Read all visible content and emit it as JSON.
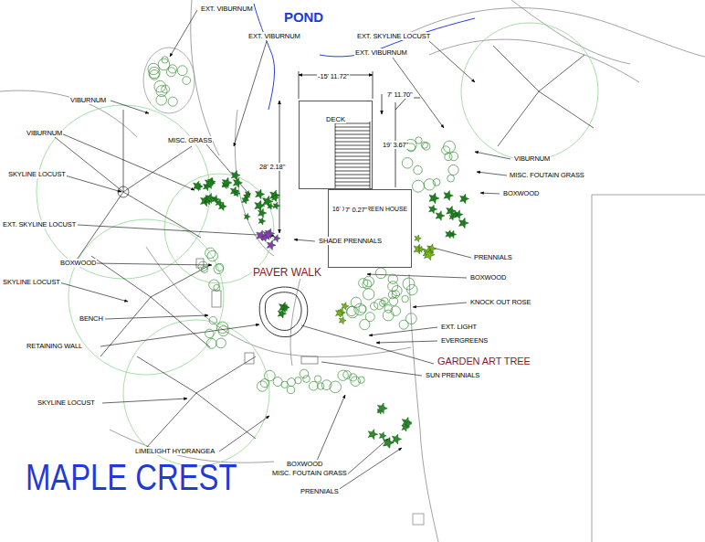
{
  "diagram": {
    "title": "MAPLE CREST",
    "nodes": [
      {
        "text": [
          "DECK"
        ]
      },
      {
        "text": [
          "16' X 16' SCREEN HOUSE"
        ]
      }
    ],
    "labels": [
      "POND",
      "EXT. VIBURNUM",
      "EXT. SKYLINE LOCUST",
      "EXT. VIBURNUM",
      "EXT. VIBURNUM",
      "-15' 11.72\"",
      "7' 11.70\"",
      "VIBURNUM",
      "19' 3.67\"",
      "VIBURNUM",
      "MISC. GRASS",
      "28' 2.18\"",
      "VIBURNUM",
      "MISC. FOUTAIN GRASS",
      "SKYLINE LOCUST",
      "BOXWOOD",
      "7' 0.27\"",
      "EXT. SKYLINE LOCUST",
      "SHADE PRENNIALS",
      "PRENNIALS",
      "BOXWOOD",
      "PAVER WALK",
      "BOXWOOD",
      "SKYLINE LOCUST",
      "KNOCK OUT ROSE",
      "BENCH",
      "EXT. LIGHT",
      "EVERGREENS",
      "RETAINING WALL",
      "GARDEN ART TREE",
      "SUN PRENNIALS",
      "SKYLINE LOCUST",
      "LIMELIGHT HYDRANGEA",
      "BOXWOOD",
      "MISC. FOUTAIN GRASS",
      "PRENNIALS"
    ]
  }
}
